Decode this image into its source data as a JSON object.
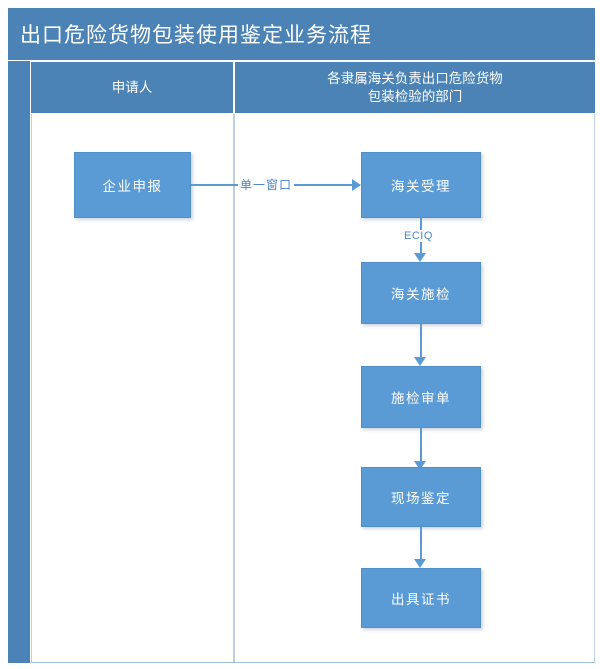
{
  "title": "出口危险货物包装使用鉴定业务流程",
  "columns": [
    {
      "id": "applicant",
      "label": "申请人"
    },
    {
      "id": "customs-dept",
      "label_line1": "各隶属海关负责出口危险货物",
      "label_line2": "包装检验的部门"
    }
  ],
  "nodes": {
    "enterprise_declaration": "企业申报",
    "customs_acceptance": "海关受理",
    "customs_inspection": "海关施检",
    "inspection_review": "施检审单",
    "onsite_appraisal": "现场鉴定",
    "issue_certificate": "出具证书"
  },
  "connector_labels": {
    "single_window": "单一窗口",
    "eciq": "ECIQ"
  },
  "colors": {
    "header_blue": "#4C83B6",
    "node_blue": "#5B9BD5",
    "connector_blue": "#5B9BD5",
    "label_blue": "#4A86C8",
    "pane_border": "#BCCFE3",
    "text_white": "#FFFFFF"
  },
  "flow_sequence": [
    "企业申报",
    "海关受理",
    "海关施检",
    "施检审单",
    "现场鉴定",
    "出具证书"
  ]
}
